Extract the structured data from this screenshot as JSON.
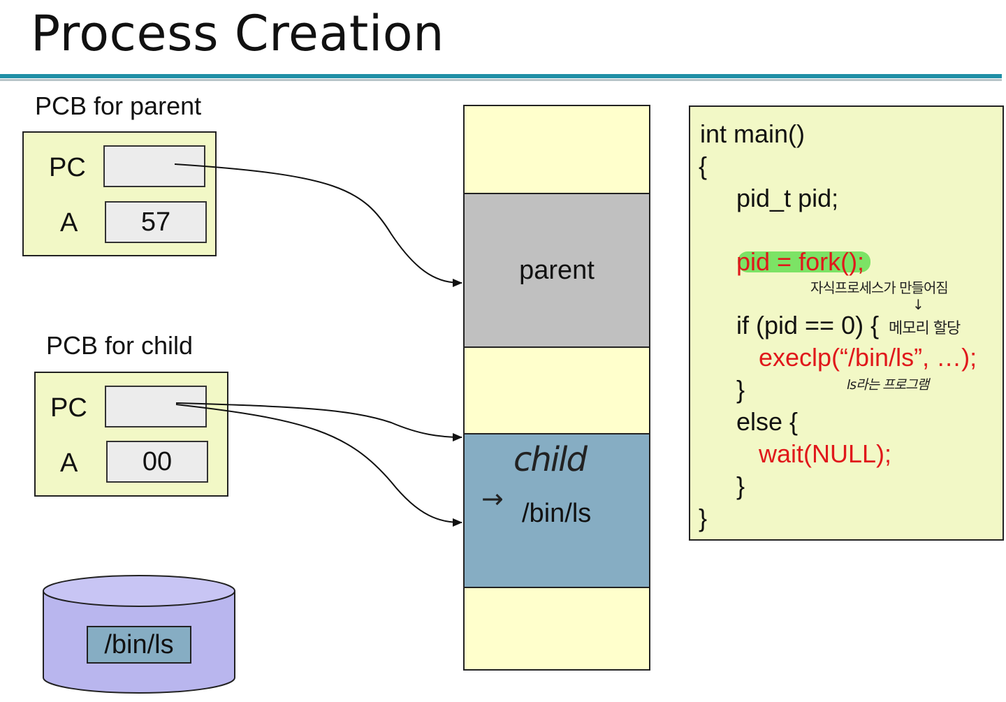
{
  "title": "Process Creation",
  "pcb_parent": {
    "label": "PCB for parent",
    "pc_label": "PC",
    "pc_value": "",
    "a_label": "A",
    "a_value": "57"
  },
  "pcb_child": {
    "label": "PCB for child",
    "pc_label": "PC",
    "pc_value": "",
    "a_label": "A",
    "a_value": "00"
  },
  "memory": {
    "parent_label": "parent",
    "child_label": "/bin/ls",
    "child_annotation": "child",
    "child_arrow": "→"
  },
  "disk": {
    "label": "/bin/ls"
  },
  "code": {
    "line1": "int main()",
    "line2": "{",
    "line3": "pid_t  pid;",
    "line4": "pid = fork();",
    "line5_a": "if (pid == 0) {",
    "line6": "execlp(“/bin/ls”, …);",
    "line7": "}",
    "line8": "else {",
    "line9": "wait(NULL);",
    "line10": "}",
    "line11": "}"
  },
  "annotations": {
    "note1": "자식프로세스가 만들어짐",
    "note1_arrow": "↓",
    "note2": "메모리 할당",
    "note3": "ls라는 프로그램"
  },
  "colors": {
    "title_rule": "#1f8fa6",
    "pcb_fill": "#f2f8c6",
    "memory_fill": "#ffffcc",
    "parent_fill": "#c0c0c0",
    "child_fill": "#86adc3",
    "disk_fill": "#b9b6ee",
    "code_red": "#e0181b",
    "highlight": "#6fe05a",
    "pointer_arrow": "#1a1ad8"
  }
}
